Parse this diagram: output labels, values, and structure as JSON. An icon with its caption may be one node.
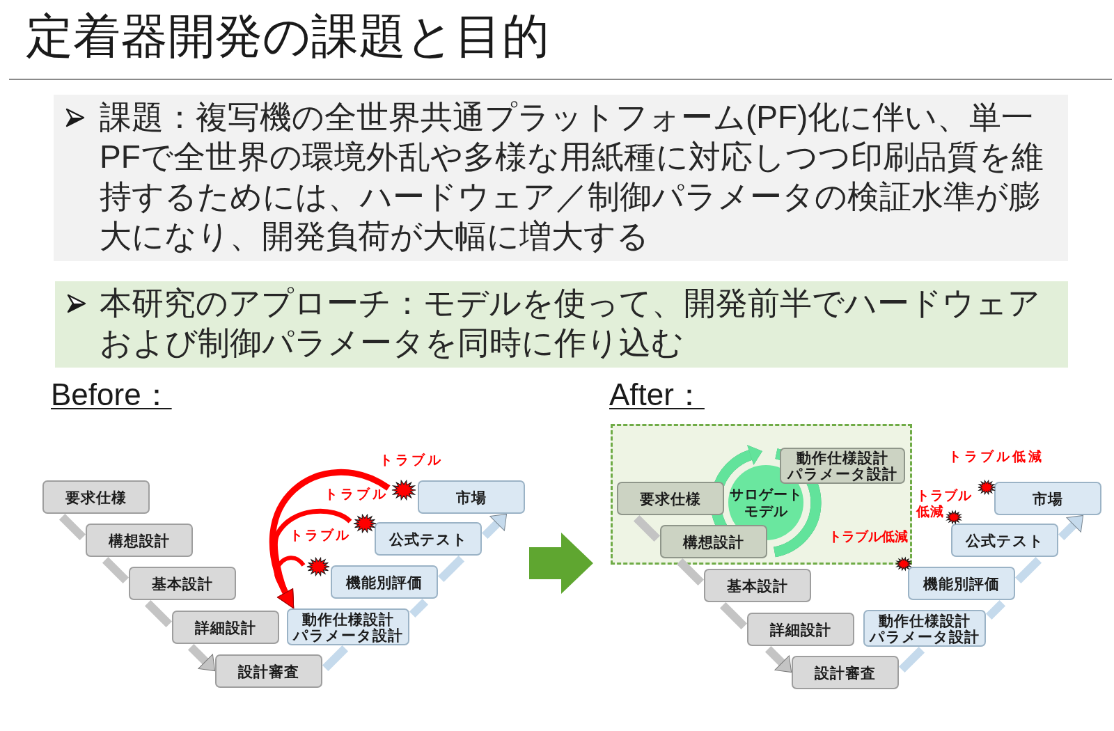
{
  "diagram": {
    "title": "定着器開発の課題と目的",
    "nodes": [
      {
        "text": [
          "課題：複写機の全世界共通プラットフォーム(PF)化に伴い、単一PFで全世界の環境外乱や多様な用紙種に対応しつつ印刷品質を維持するためには、ハードウェア／制御パラメータの検証水準が膨大になり、開発負荷が大幅に増大する"
        ]
      },
      {
        "text": [
          "本研究のアプローチ：モデルを使って、開発前半でハードウェアおよび制御パラメータを同時に作り込む"
        ]
      },
      {
        "text": [
          "要求仕様"
        ]
      },
      {
        "text": [
          "構想設計"
        ]
      },
      {
        "text": [
          "基本設計"
        ]
      },
      {
        "text": [
          "詳細設計"
        ]
      },
      {
        "text": [
          "設計審査"
        ]
      },
      {
        "text": [
          "動作仕様設計",
          "パラメータ設計"
        ]
      },
      {
        "text": [
          "機能別評価"
        ]
      },
      {
        "text": [
          "公式テスト"
        ]
      },
      {
        "text": [
          "市場"
        ]
      },
      {
        "text": [],
        "shape": "star"
      },
      {
        "text": [],
        "shape": "star"
      },
      {
        "text": [],
        "shape": "star"
      },
      {
        "text": [],
        "shape": "box"
      },
      {
        "text": [
          "要求仕様"
        ],
        "in": 14
      },
      {
        "text": [
          "サロゲートモデル"
        ],
        "in": 14
      },
      {
        "text": [
          "動作仕様設計",
          "パラメータ設計"
        ],
        "in": 14
      },
      {
        "text": [
          "構想設計"
        ],
        "in": 14
      },
      {
        "text": [
          "基本設計"
        ]
      },
      {
        "text": [
          "詳細設計"
        ]
      },
      {
        "text": [
          "設計審査"
        ]
      },
      {
        "text": [
          "動作仕様設計",
          "パラメータ設計"
        ]
      },
      {
        "text": [
          "機能別評価"
        ]
      },
      {
        "text": [
          "公式テスト"
        ]
      },
      {
        "text": [
          "市場"
        ]
      },
      {
        "text": [],
        "shape": "star"
      },
      {
        "text": [],
        "shape": "star"
      },
      {
        "text": [],
        "shape": "star"
      }
    ],
    "edges": [
      {
        "from": 2,
        "to": 3,
        "arrow": "none"
      },
      {
        "from": 3,
        "to": 4,
        "arrow": "none"
      },
      {
        "from": 4,
        "to": 5,
        "arrow": "none"
      },
      {
        "from": 5,
        "to": 6,
        "arrow": "to"
      },
      {
        "from": 6,
        "to": 7,
        "arrow": "none",
        "color": "#c5daec"
      },
      {
        "from": 7,
        "to": 8,
        "arrow": "none",
        "color": "#c5daec"
      },
      {
        "from": 8,
        "to": 9,
        "arrow": "none",
        "color": "#c5daec"
      },
      {
        "from": 9,
        "to": 10,
        "arrow": "to",
        "color": "#c5daec"
      },
      {
        "from": 11,
        "to": 7,
        "arrow": "to",
        "color": "#ff0000"
      },
      {
        "from": 12,
        "to": 7,
        "arrow": "to",
        "color": "#ff0000"
      },
      {
        "from": 13,
        "to": 7,
        "arrow": "to",
        "color": "#ff0000"
      },
      {
        "from": 15,
        "to": 18,
        "arrow": "none"
      },
      {
        "from": 18,
        "to": 19,
        "arrow": "none"
      },
      {
        "from": 19,
        "to": 20,
        "arrow": "none"
      },
      {
        "from": 20,
        "to": 21,
        "arrow": "to"
      },
      {
        "from": 21,
        "to": 22,
        "arrow": "none",
        "color": "#c5daec"
      },
      {
        "from": 22,
        "to": 23,
        "arrow": "none",
        "color": "#c5daec"
      },
      {
        "from": 23,
        "to": 24,
        "arrow": "none",
        "color": "#c5daec"
      },
      {
        "from": 24,
        "to": 25,
        "arrow": "to",
        "color": "#c5daec"
      }
    ],
    "labels": [
      "Before：",
      "After：",
      "トラブル",
      "トラブル",
      "トラブル",
      "トラブル低減",
      "トラブル低減",
      "トラブル低減"
    ]
  }
}
